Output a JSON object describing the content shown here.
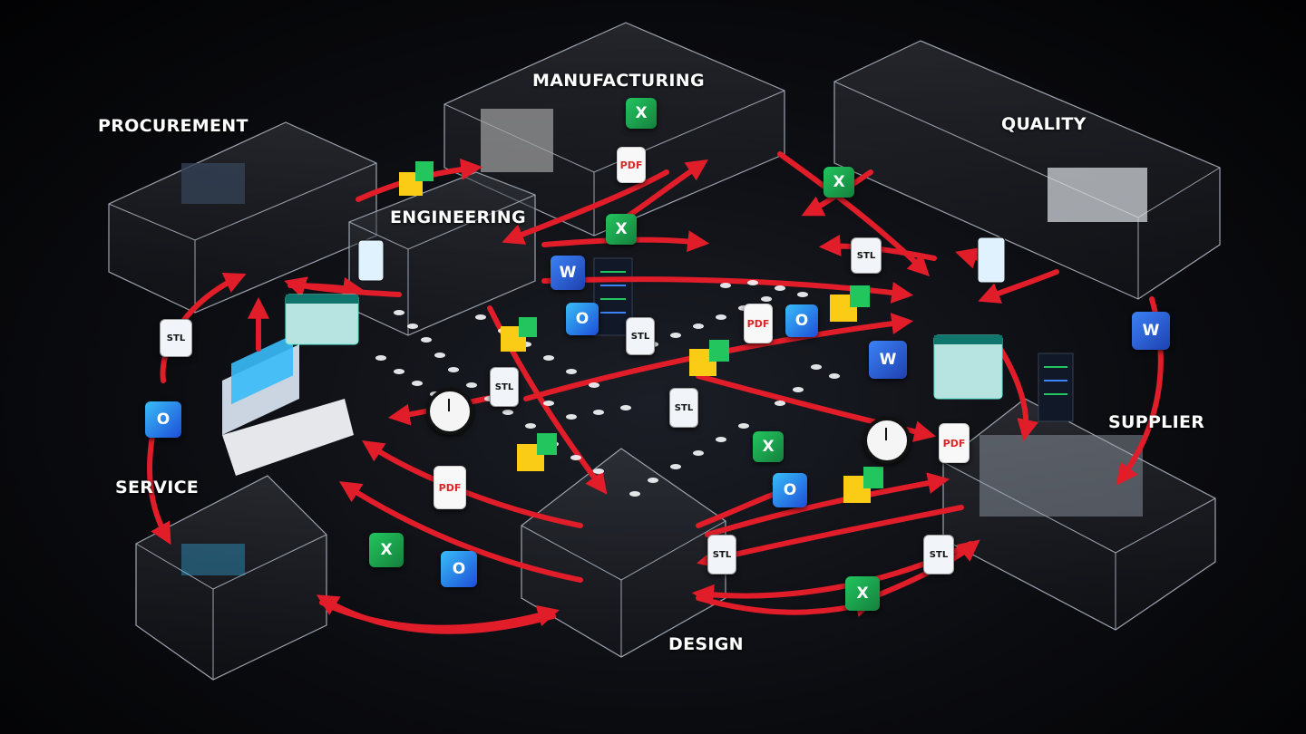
{
  "departments": {
    "procurement": "PROCUREMENT",
    "manufacturing": "MANUFACTURING",
    "quality": "QUALITY",
    "engineering": "ENGINEERING",
    "service": "SERVICE",
    "supplier": "SUPPLIER",
    "design": "DESIGN"
  },
  "icon_glyphs": {
    "word": "W",
    "excel": "X",
    "outlook": "O",
    "pdf": "PDF",
    "stl": "STL"
  },
  "colors": {
    "background": "#050608",
    "arrow": "#e11d2a",
    "box_edge": "#9ca3af",
    "label": "#ffffff"
  }
}
